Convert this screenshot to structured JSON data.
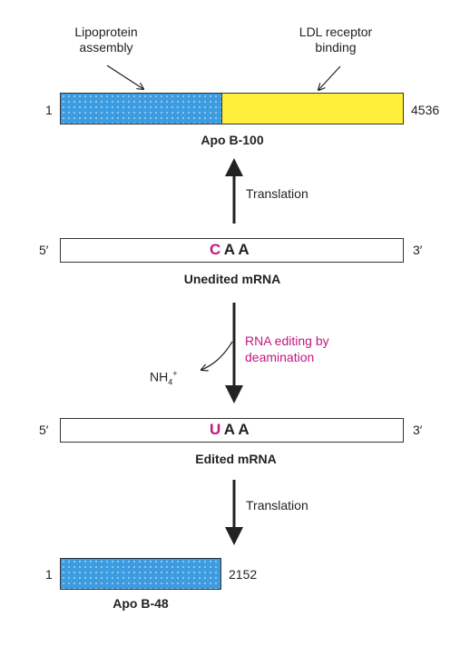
{
  "apo_b100": {
    "domain_left": [
      "Lipoprotein",
      "assembly"
    ],
    "domain_right": [
      "LDL receptor",
      "binding"
    ],
    "start": "1",
    "end": "4536",
    "name": "Apo B-100"
  },
  "translation_top": "Translation",
  "unedited": {
    "five_prime": "5′",
    "three_prime": "3′",
    "codon_first": "C",
    "codon_rest": "A A",
    "name": "Unedited mRNA"
  },
  "editing": {
    "label": [
      "RNA editing by",
      "deamination"
    ],
    "byproduct_base": "NH",
    "byproduct_sub": "4",
    "byproduct_sup": "+"
  },
  "edited": {
    "five_prime": "5′",
    "three_prime": "3′",
    "codon_first": "U",
    "codon_rest": "A A",
    "name": "Edited mRNA"
  },
  "translation_bottom": "Translation",
  "apo_b48": {
    "start": "1",
    "end": "2152",
    "name": "Apo B-48"
  },
  "colors": {
    "blue_domain": "#3d9be0",
    "yellow_domain": "#ffef3a",
    "highlight": "#c2177f"
  }
}
